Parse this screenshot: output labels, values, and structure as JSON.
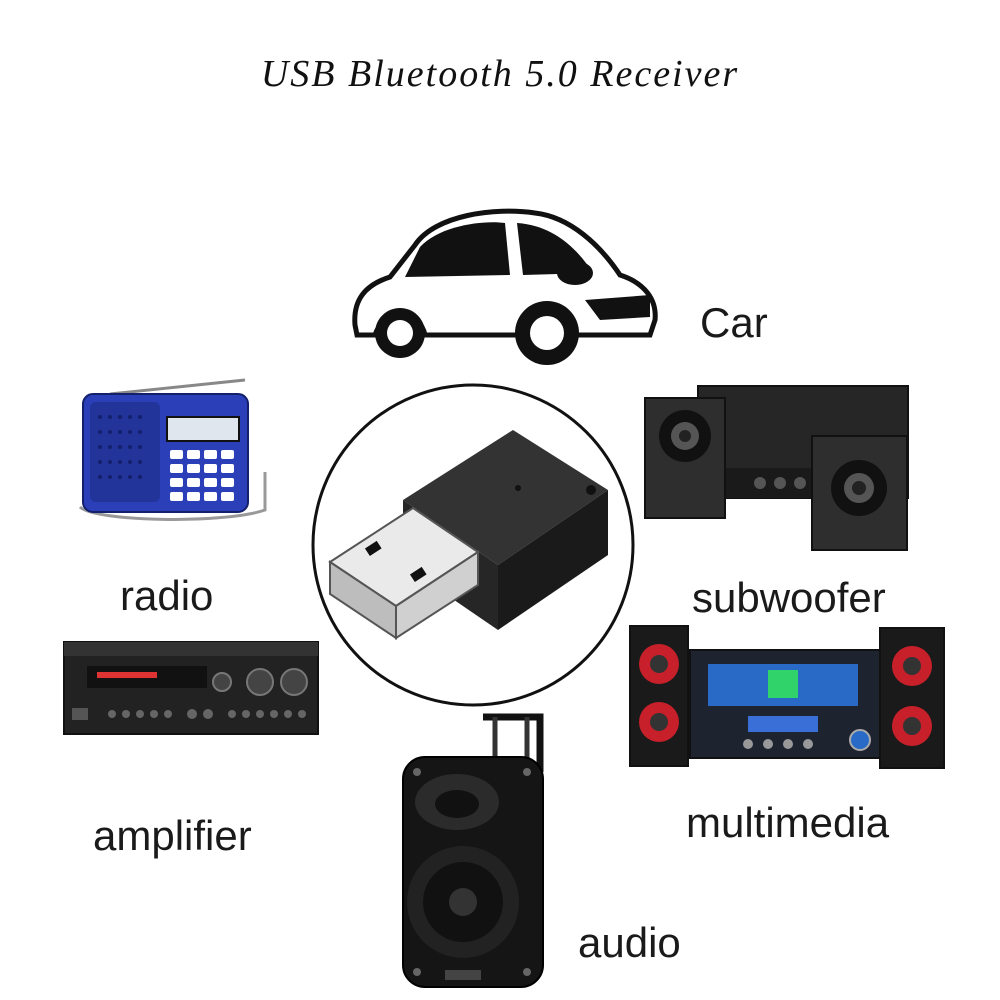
{
  "header": {
    "title": "USB Bluetooth 5.0 Receiver"
  },
  "devices": {
    "car": {
      "label": "Car"
    },
    "radio": {
      "label": "radio"
    },
    "subwoofer": {
      "label": "subwoofer"
    },
    "amplifier": {
      "label": "amplifier"
    },
    "multimedia": {
      "label": "multimedia"
    },
    "audio": {
      "label": "audio"
    }
  },
  "colors": {
    "radio_blue": "#2a3fb8",
    "speaker_red": "#c8202a",
    "device_black": "#1a1a1a"
  }
}
